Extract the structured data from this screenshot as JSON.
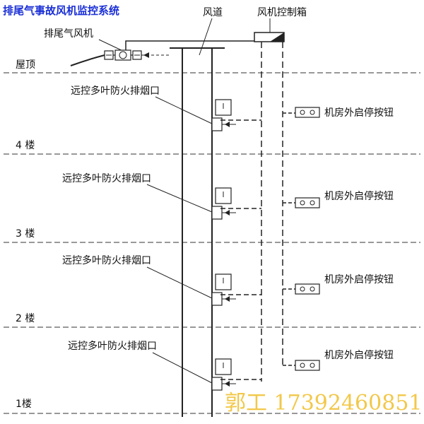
{
  "title": "排尾气事故风机监控系统",
  "labels": {
    "duct": "风道",
    "control_box": "风机控制箱",
    "exhaust_fan": "排尾气风机",
    "smoke_outlet": "远控多叶防火排烟口",
    "button": "机房外启停按钮"
  },
  "floors": [
    "屋顶",
    "4 楼",
    "3 楼",
    "2 楼",
    "1楼"
  ],
  "watermark": "郭工 17392460851"
}
